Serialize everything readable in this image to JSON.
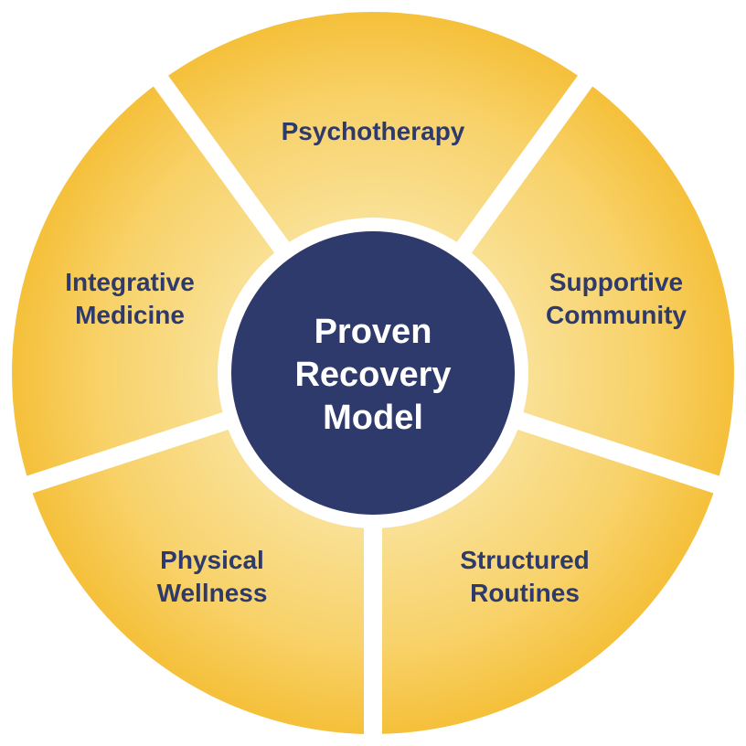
{
  "diagram": {
    "center": {
      "lines": [
        "Proven",
        "Recovery",
        "Model"
      ]
    },
    "segments": [
      {
        "id": "psychotherapy",
        "lines": [
          "Psychotherapy"
        ]
      },
      {
        "id": "supportive-community",
        "lines": [
          "Supportive",
          "Community"
        ]
      },
      {
        "id": "structured-routines",
        "lines": [
          "Structured",
          "Routines"
        ]
      },
      {
        "id": "physical-wellness",
        "lines": [
          "Physical",
          "Wellness"
        ]
      },
      {
        "id": "integrative-medicine",
        "lines": [
          "Integrative",
          "Medicine"
        ]
      }
    ],
    "colors": {
      "segment_outer": "#f6c13e",
      "segment_inner": "#fae39f",
      "center_fill": "#2e3a6b",
      "center_text": "#ffffff",
      "label_text": "#2e3a6b",
      "gap": "#ffffff"
    }
  }
}
